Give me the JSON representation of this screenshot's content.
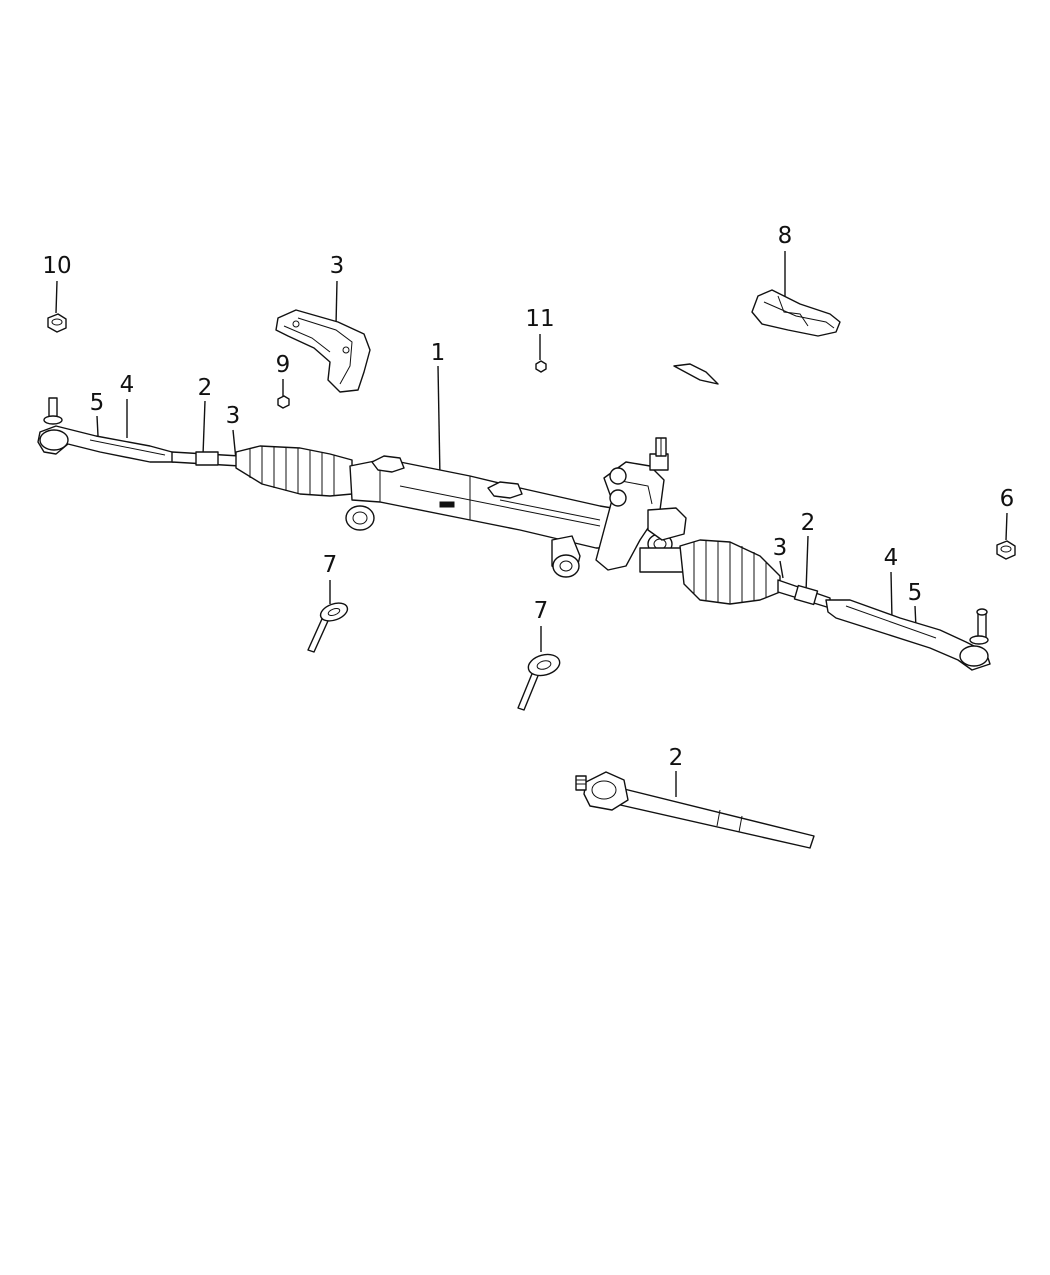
{
  "callouts": {
    "c1": "1",
    "c2_left": "2",
    "c2_right": "2",
    "c2_bottom": "2",
    "c3_bracket": "3",
    "c3_left": "3",
    "c3_right": "3",
    "c4_left": "4",
    "c4_right": "4",
    "c5_left": "5",
    "c5_right": "5",
    "c6": "6",
    "c7_left": "7",
    "c7_center": "7",
    "c8": "8",
    "c9": "9",
    "c10": "10",
    "c11": "11"
  },
  "colors": {
    "line": "#111111",
    "background": "#ffffff"
  }
}
